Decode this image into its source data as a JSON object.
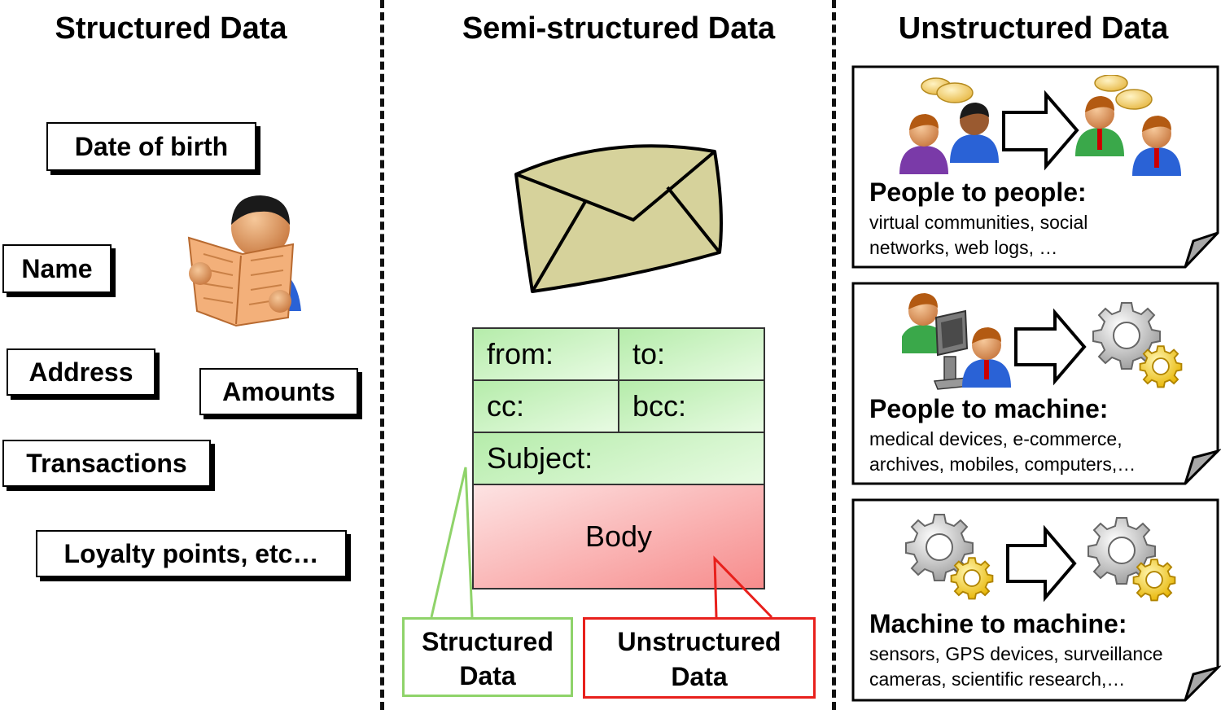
{
  "columns": {
    "structured": {
      "title": "Structured Data"
    },
    "semi": {
      "title": "Semi-structured Data"
    },
    "unstructured": {
      "title": "Unstructured Data"
    }
  },
  "structured_tags": [
    "Date of birth",
    "Name",
    "Address",
    "Amounts",
    "Transactions",
    "Loyalty points, etc…"
  ],
  "email_fields": {
    "from": "from:",
    "to": "to:",
    "cc": "cc:",
    "bcc": "bcc:",
    "subject": "Subject:",
    "body": "Body"
  },
  "callouts": {
    "structured": {
      "line1": "Structured",
      "line2": "Data",
      "color": "#8fd36a"
    },
    "unstructured": {
      "line1": "Unstructured",
      "line2": "Data",
      "color": "#e8201c"
    }
  },
  "cards": [
    {
      "title": "People to people:",
      "line1": "virtual communities, social",
      "line2": "networks, web logs, …"
    },
    {
      "title": "People to machine:",
      "line1": "medical devices, e-commerce,",
      "line2": "archives, mobiles, computers,…"
    },
    {
      "title": "Machine to machine:",
      "line1": "sensors, GPS devices, surveillance",
      "line2": "cameras, scientific research,…"
    }
  ],
  "icons": {
    "reader": "person-reading-newspaper-icon",
    "envelope": "envelope-icon",
    "people": "person-icon",
    "computer": "computer-icon",
    "gear": "gear-icon",
    "arrow": "arrow-right-icon"
  }
}
